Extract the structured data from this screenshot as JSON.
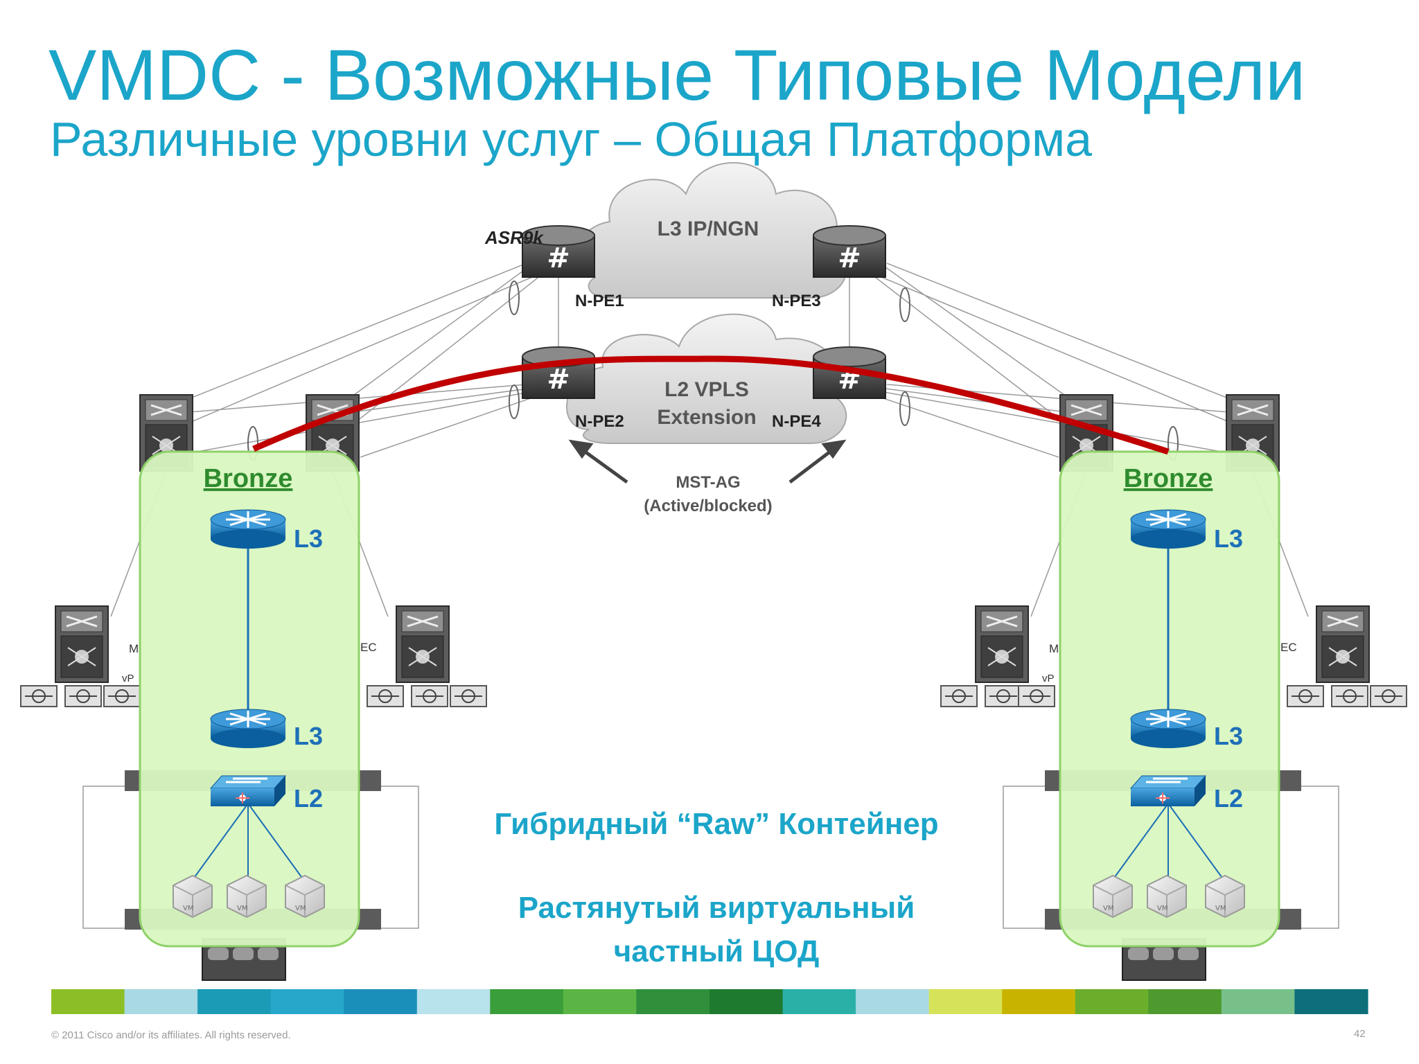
{
  "slide": {
    "title": "VMDC - Возможные Типовые Модели",
    "subtitle": "Различные уровни услуг – Общая Платформа",
    "footer": "© 2011 Cisco and/or its affiliates. All rights reserved.",
    "page_number": "42"
  },
  "diagram": {
    "asr_label": "ASR9k",
    "cloud_top": "L3 IP/NGN",
    "cloud_bottom_line1": "L2 VPLS",
    "cloud_bottom_line2": "Extension",
    "npe1": "N-PE1",
    "npe2": "N-PE2",
    "npe3": "N-PE3",
    "npe4": "N-PE4",
    "mst_line1": "MST-AG",
    "mst_line2": "(Active/blocked)",
    "pod_left": {
      "title": "Bronze",
      "l3_top": "L3",
      "l3_mid": "L3",
      "l2": "L2"
    },
    "pod_right": {
      "title": "Bronze",
      "l3_top": "L3",
      "l3_mid": "L3",
      "l2": "L2"
    },
    "partial_left_a": "M",
    "partial_left_b": "vP",
    "partial_left_c": "EC",
    "partial_right_a": "M",
    "partial_right_b": "vP",
    "partial_right_c": "EC",
    "caption_1": "Гибридный “Raw” Контейнер",
    "caption_2_line1": "Растянутый виртуальный",
    "caption_2_line2": "частный ЦОД",
    "colors": {
      "accent": "#1ba5c9",
      "bronze_title": "#2e8b2e",
      "pod_fill": "#d9f7c0",
      "pod_border": "#8fd16a",
      "red_link": "#c00000",
      "label_blue": "#1d6fb8"
    },
    "vm_icon": "vm-icon"
  },
  "color_bar": [
    "#8cbf26",
    "#a9d9e3",
    "#1b9bb5",
    "#25a8c9",
    "#1a8fb9",
    "#b8e2ec",
    "#3a9e3a",
    "#5bb544",
    "#2f8f3a",
    "#1e7a2f",
    "#2bb0a8",
    "#a9d9e3",
    "#d6e35a",
    "#c8b400",
    "#6aae2c",
    "#4f9a2e",
    "#78c08a",
    "#0d6f7a"
  ]
}
